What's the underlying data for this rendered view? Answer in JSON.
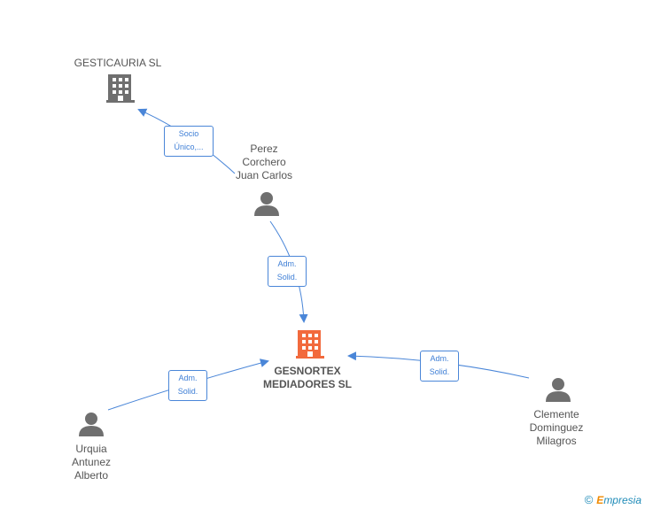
{
  "nodes": {
    "gesticauria": {
      "label": "GESTICAURIA SL"
    },
    "perez": {
      "label": "Perez\nCorchero\nJuan Carlos"
    },
    "gesnortex": {
      "label": "GESNORTEX\nMEDIADORES SL"
    },
    "urquia": {
      "label": "Urquia\nAntunez\nAlberto"
    },
    "clemente": {
      "label": "Clemente\nDominguez\nMilagros"
    }
  },
  "edges": {
    "perez_gesticauria": "Socio\nÚnico,...",
    "perez_gesnortex": "Adm.\nSolid.",
    "urquia_gesnortex": "Adm.\nSolid.",
    "clemente_gesnortex": "Adm.\nSolid."
  },
  "colors": {
    "edge": "#4a86d8",
    "company": "#6f6f6f",
    "focus_company": "#f26a3d",
    "person": "#6f6f6f"
  },
  "footer": {
    "copyright": "©",
    "brand_first": "E",
    "brand_rest": "mpresia"
  }
}
